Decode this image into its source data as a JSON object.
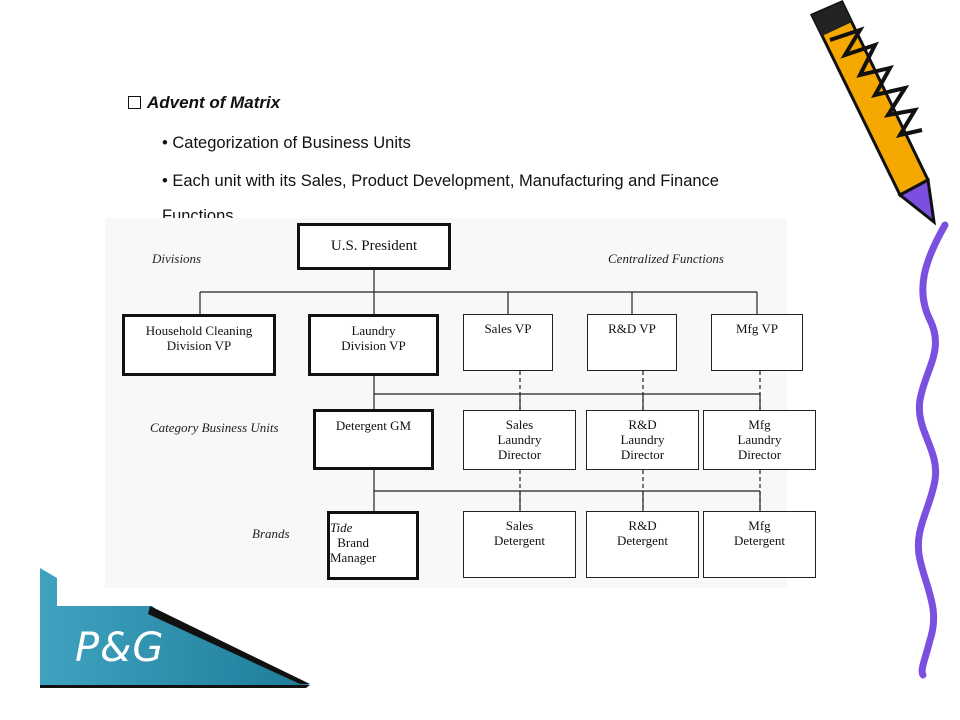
{
  "slide": {
    "heading": "Advent of Matrix",
    "bullets": [
      "• Categorization of Business Units",
      "• Each unit with its Sales, Product Development, Manufacturing and Finance",
      "Functions"
    ],
    "logo_text": "P&G"
  },
  "org_chart": {
    "labels": {
      "divisions": "Divisions",
      "centralized": "Centralized Functions",
      "cbu": "Category Business Units",
      "brands": "Brands"
    },
    "nodes": {
      "president": "U.S. President",
      "household": "Household Cleaning\nDivision VP",
      "laundry": "Laundry\nDivision VP",
      "sales_vp": "Sales  VP",
      "rd_vp": "R&D  VP",
      "mfg_vp": "Mfg  VP",
      "detergent_gm": "Detergent GM",
      "sales_laundry": "Sales\nLaundry\nDirector",
      "rd_laundry": "R&D\nLaundry\nDirector",
      "mfg_laundry": "Mfg\nLaundry\nDirector",
      "tide_name": "Tide",
      "tide_rest": "Brand\nManager",
      "sales_det": "Sales\nDetergent",
      "rd_det": "R&D\nDetergent",
      "mfg_det": "Mfg\nDetergent"
    }
  },
  "colors": {
    "pencil_body": "#F5A800",
    "pencil_tip": "#7B4FE0",
    "squiggle": "#7B4FE0",
    "logo_teal": "#2A8CA8"
  }
}
